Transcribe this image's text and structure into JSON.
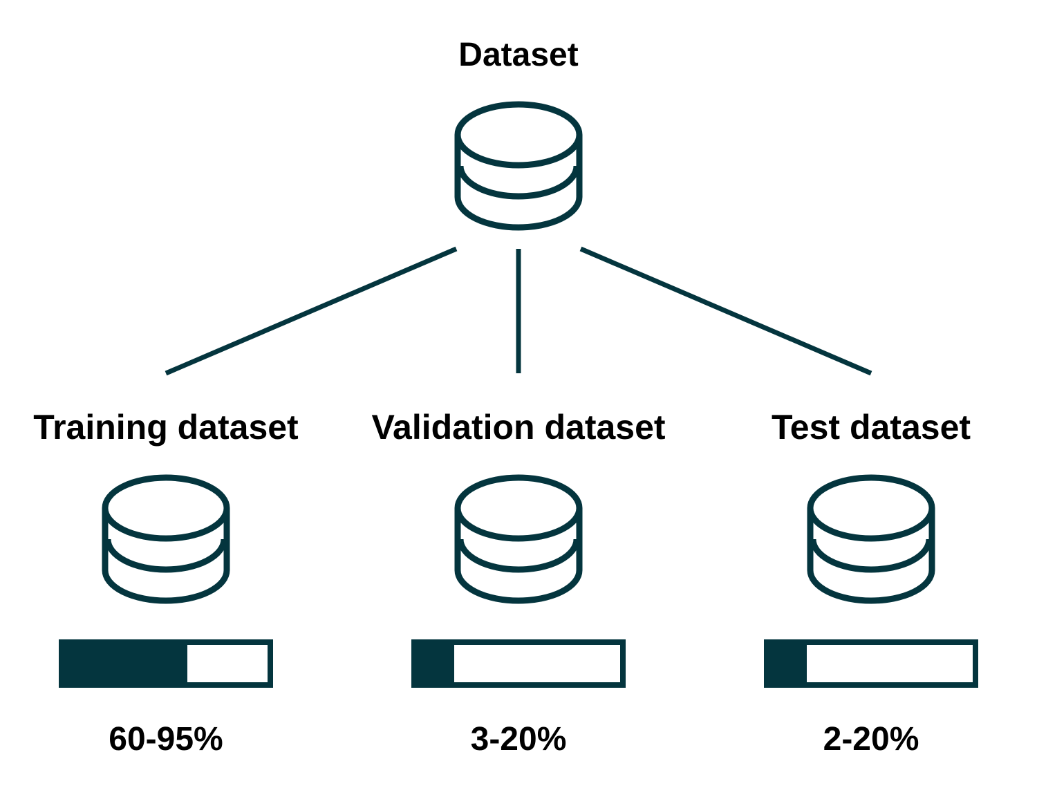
{
  "colors": {
    "primary": "#04353e",
    "background": "#ffffff"
  },
  "root": {
    "label": "Dataset",
    "icon": "database-icon"
  },
  "splits": [
    {
      "label": "Training dataset",
      "range": "60-95%",
      "bar_fill_percent": 60,
      "icon": "database-icon"
    },
    {
      "label": "Validation dataset",
      "range": "3-20%",
      "bar_fill_percent": 20,
      "icon": "database-icon"
    },
    {
      "label": "Test dataset",
      "range": "2-20%",
      "bar_fill_percent": 20,
      "icon": "database-icon"
    }
  ]
}
